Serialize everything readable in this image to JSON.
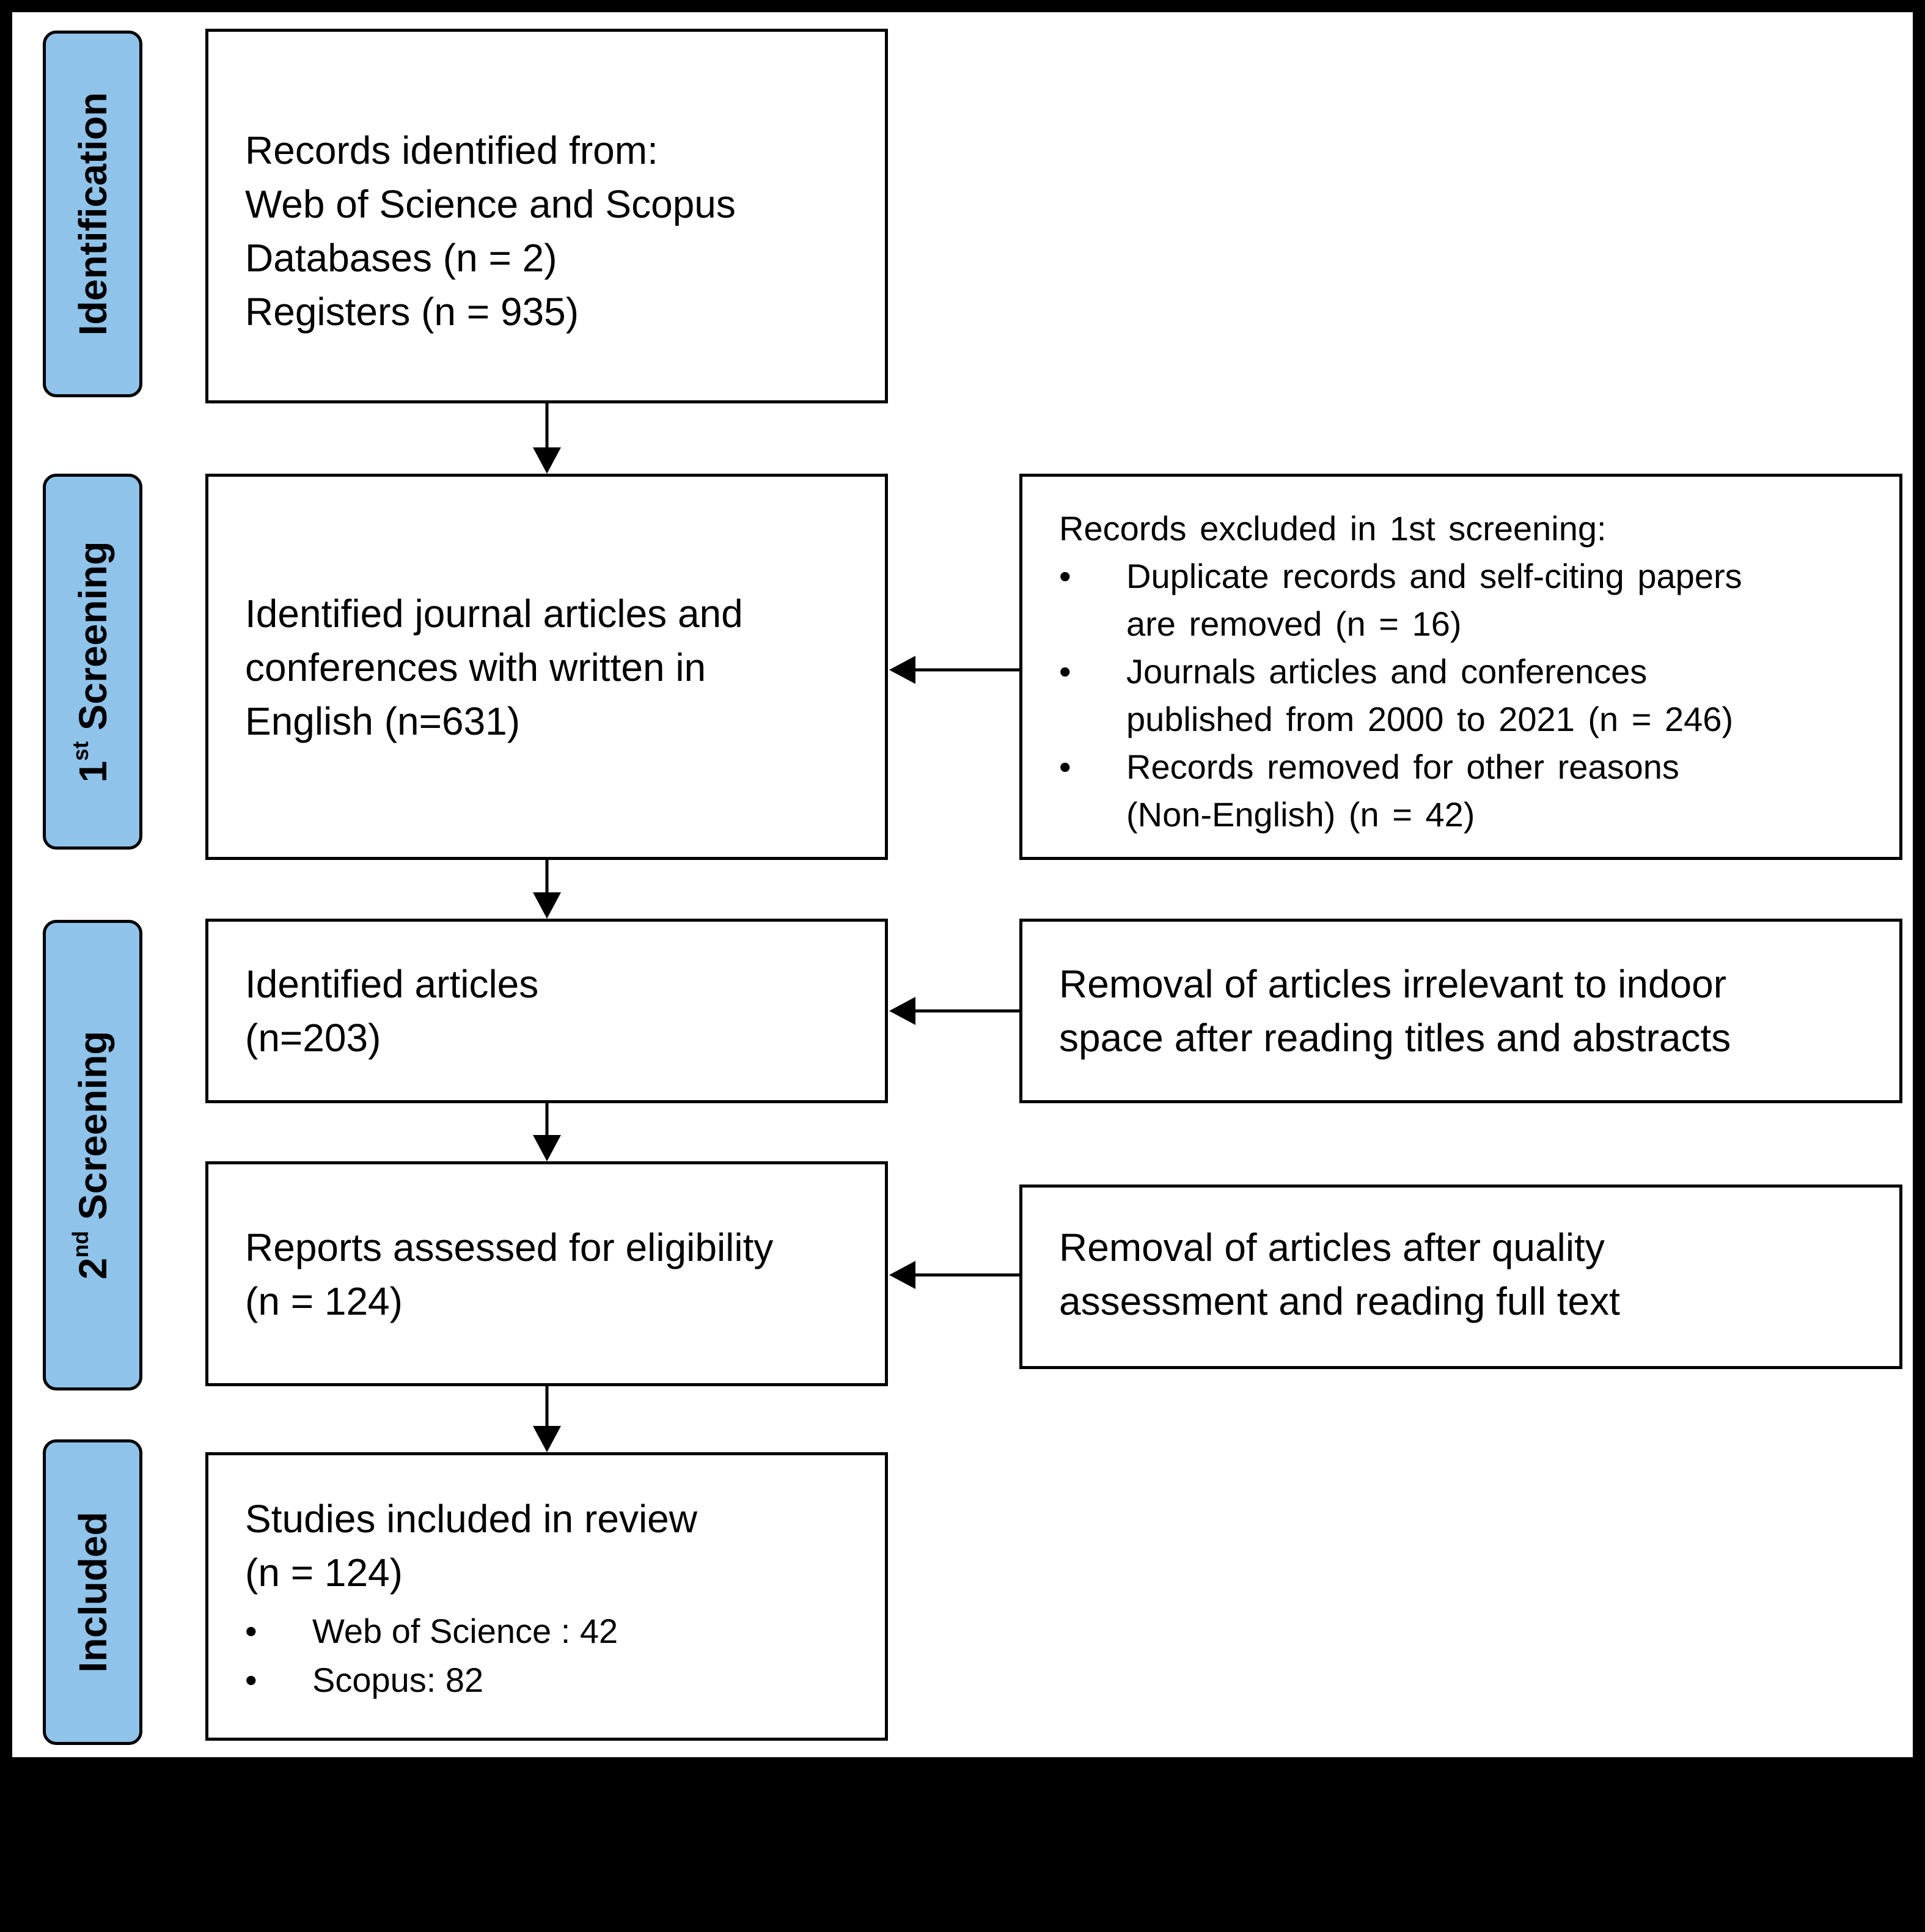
{
  "stages": [
    {
      "prefix": "Identification",
      "sup": "",
      "suffix": ""
    },
    {
      "prefix": "1",
      "sup": "st",
      "suffix": " Screening"
    },
    {
      "prefix": "2",
      "sup": "nd",
      "suffix": " Screening"
    },
    {
      "prefix": "Included",
      "sup": "",
      "suffix": ""
    }
  ],
  "identification": {
    "lines": [
      "Records identified from:",
      "Web of Science and Scopus",
      "Databases (n = 2)",
      "Registers (n = 935)"
    ]
  },
  "screening1": {
    "lines": [
      "Identified journal articles and",
      "conferences with written in",
      "English (n=631)"
    ]
  },
  "exclusion1": {
    "title": "Records excluded in 1st screening:",
    "bullet": "•",
    "items": [
      [
        "Duplicate records and self-citing papers",
        "are removed (n = 16)"
      ],
      [
        "Journals articles and conferences",
        "published from 2000 to 2021 (n = 246)"
      ],
      [
        "Records removed for other reasons",
        "(Non-English) (n = 42)"
      ]
    ]
  },
  "screening2a": {
    "lines": [
      "Identified articles",
      "(n=203)"
    ]
  },
  "exclusion2a": {
    "lines": [
      "Removal of articles irrelevant to indoor",
      "space after reading titles and abstracts"
    ]
  },
  "screening2b": {
    "lines": [
      "Reports assessed for eligibility",
      "(n = 124)"
    ]
  },
  "exclusion2b": {
    "lines": [
      "Removal of articles after quality",
      "assessment and reading full text"
    ]
  },
  "included": {
    "lines": [
      "Studies included in review",
      "(n = 124)"
    ],
    "bullet": "•",
    "items": [
      "Web of Science : 42",
      "Scopus: 82"
    ]
  }
}
